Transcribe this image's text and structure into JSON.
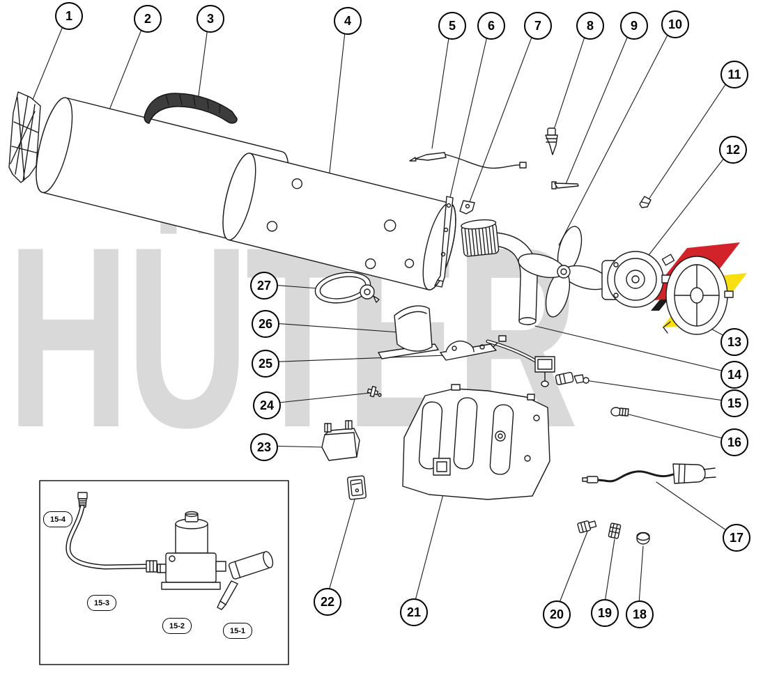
{
  "watermark": {
    "text": "HÜTER"
  },
  "brand_colors": {
    "logo_red": "#d2232a",
    "logo_yellow": "#f7df12",
    "logo_black": "#1a1a1a",
    "watermark_gray": "#d9d9d9"
  },
  "callouts": [
    {
      "id": "1",
      "label": "1"
    },
    {
      "id": "2",
      "label": "2"
    },
    {
      "id": "3",
      "label": "3"
    },
    {
      "id": "4",
      "label": "4"
    },
    {
      "id": "5",
      "label": "5"
    },
    {
      "id": "6",
      "label": "6"
    },
    {
      "id": "7",
      "label": "7"
    },
    {
      "id": "8",
      "label": "8"
    },
    {
      "id": "9",
      "label": "9"
    },
    {
      "id": "10",
      "label": "10"
    },
    {
      "id": "11",
      "label": "11"
    },
    {
      "id": "12",
      "label": "12"
    },
    {
      "id": "13",
      "label": "13"
    },
    {
      "id": "14",
      "label": "14"
    },
    {
      "id": "15",
      "label": "15"
    },
    {
      "id": "16",
      "label": "16"
    },
    {
      "id": "17",
      "label": "17"
    },
    {
      "id": "18",
      "label": "18"
    },
    {
      "id": "19",
      "label": "19"
    },
    {
      "id": "20",
      "label": "20"
    },
    {
      "id": "21",
      "label": "21"
    },
    {
      "id": "22",
      "label": "22"
    },
    {
      "id": "23",
      "label": "23"
    },
    {
      "id": "24",
      "label": "24"
    },
    {
      "id": "25",
      "label": "25"
    },
    {
      "id": "26",
      "label": "26"
    },
    {
      "id": "27",
      "label": "27"
    },
    {
      "id": "15-4",
      "label": "15-4"
    },
    {
      "id": "15-3",
      "label": "15-3"
    },
    {
      "id": "15-2",
      "label": "15-2"
    },
    {
      "id": "15-1",
      "label": "15-1"
    }
  ]
}
